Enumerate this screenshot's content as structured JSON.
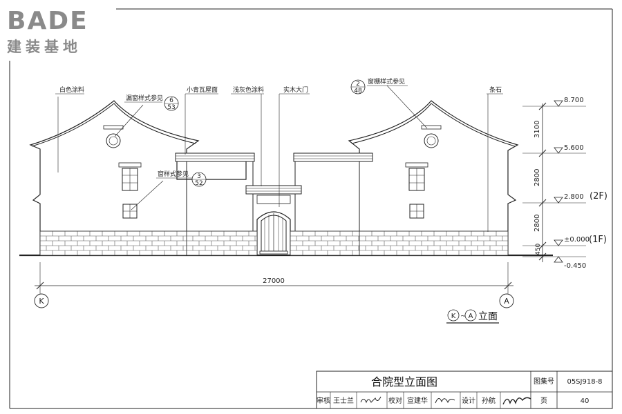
{
  "logo": {
    "brand": "BADE",
    "tagline": "建装基地"
  },
  "annotations": {
    "white_paint": "白色涂料",
    "leak_window": "漏窗样式参见",
    "leak_window_ref_top": "6",
    "leak_window_ref_bottom": "53",
    "small_tile_roof": "小青瓦屋面",
    "light_gray_paint": "浅灰色涂料",
    "wood_door": "实木大门",
    "window_grille": "窗棚样式参见",
    "window_grille_ref_top": "2",
    "window_grille_ref_bottom": "48",
    "stone_strip": "条石",
    "window_style": "窗样式参见",
    "window_style_ref_top": "3",
    "window_style_ref_bottom": "52"
  },
  "elevations": {
    "levels": [
      "8.700",
      "5.600",
      "2.800",
      "±0.000",
      "-0.450"
    ],
    "floor_2f": "(2F)",
    "floor_1f": "(1F)",
    "segments": [
      "3100",
      "2800",
      "2800",
      "450"
    ]
  },
  "dimension": {
    "overall": "27000"
  },
  "axes": {
    "left": "K",
    "right": "A"
  },
  "view_title": {
    "from": "K",
    "sep": "~",
    "to": "A",
    "label": "立面"
  },
  "title_block": {
    "title": "合院型立面图",
    "atlas_label": "图集号",
    "atlas_no": "05SJ918-8",
    "review_label": "审核",
    "reviewer": "王士兰",
    "check_label": "校对",
    "checker": "宣建华",
    "design_label": "设计",
    "designer": "孙航",
    "page_label": "页",
    "page_no": "40"
  }
}
